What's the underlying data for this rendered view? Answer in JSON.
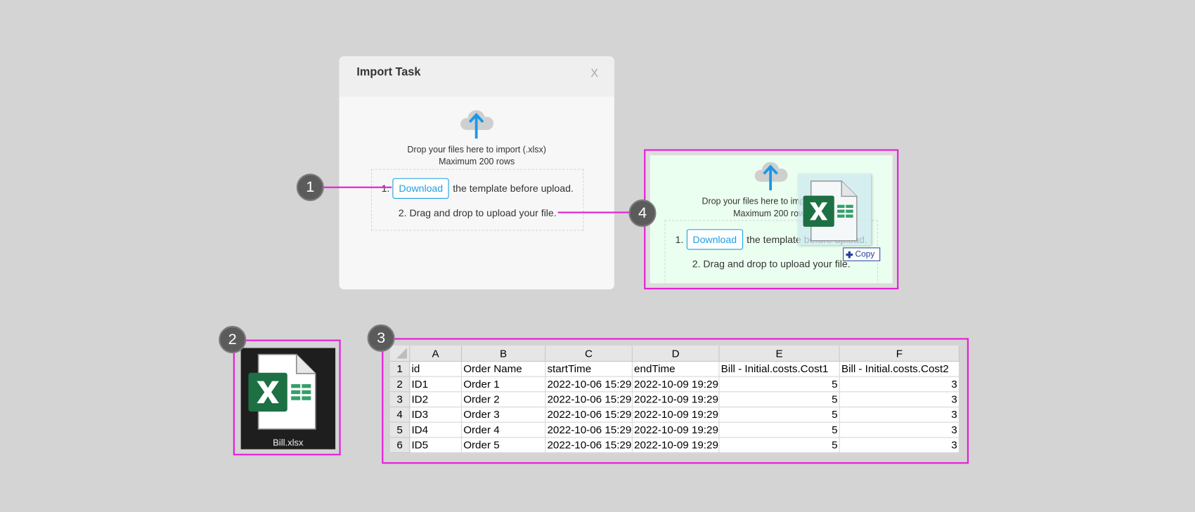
{
  "dialog": {
    "title": "Import Task",
    "close_label": "X",
    "drop_text": "Drop your files here to import (.xlsx)",
    "max_rows": "Maximum 200 rows",
    "step1_prefix": "1.",
    "download_label": "Download",
    "step1_suffix": "the template before upload.",
    "step2": "2. Drag and drop to upload your file."
  },
  "drop_preview": {
    "copy_label": "Copy",
    "copy_icon": "plus-icon"
  },
  "file": {
    "name": "Bill.xlsx",
    "icon": "excel-file-icon"
  },
  "callouts": [
    "1",
    "2",
    "3",
    "4"
  ],
  "spreadsheet": {
    "columns": [
      "A",
      "B",
      "C",
      "D",
      "E",
      "F"
    ],
    "rows": [
      {
        "num": "1",
        "cells": [
          "id",
          "Order Name",
          "startTime",
          "endTime",
          "Bill - Initial.costs.Cost1",
          "Bill - Initial.costs.Cost2"
        ]
      },
      {
        "num": "2",
        "cells": [
          "ID1",
          "Order 1",
          "2022-10-06 15:29",
          "2022-10-09 19:29",
          "5",
          "3"
        ]
      },
      {
        "num": "3",
        "cells": [
          "ID2",
          "Order 2",
          "2022-10-06 15:29",
          "2022-10-09 19:29",
          "5",
          "3"
        ]
      },
      {
        "num": "4",
        "cells": [
          "ID3",
          "Order 3",
          "2022-10-06 15:29",
          "2022-10-09 19:29",
          "5",
          "3"
        ]
      },
      {
        "num": "5",
        "cells": [
          "ID4",
          "Order 4",
          "2022-10-06 15:29",
          "2022-10-09 19:29",
          "5",
          "3"
        ]
      },
      {
        "num": "6",
        "cells": [
          "ID5",
          "Order 5",
          "2022-10-06 15:29",
          "2022-10-09 19:29",
          "5",
          "3"
        ]
      }
    ]
  },
  "colors": {
    "background": "#d4d4d4",
    "highlight": "#e41fd6",
    "callout": "#5b5b5b",
    "accent_blue": "#1a9fe3",
    "drop_active": "#ebfff0",
    "excel_green": "#1d7044"
  }
}
